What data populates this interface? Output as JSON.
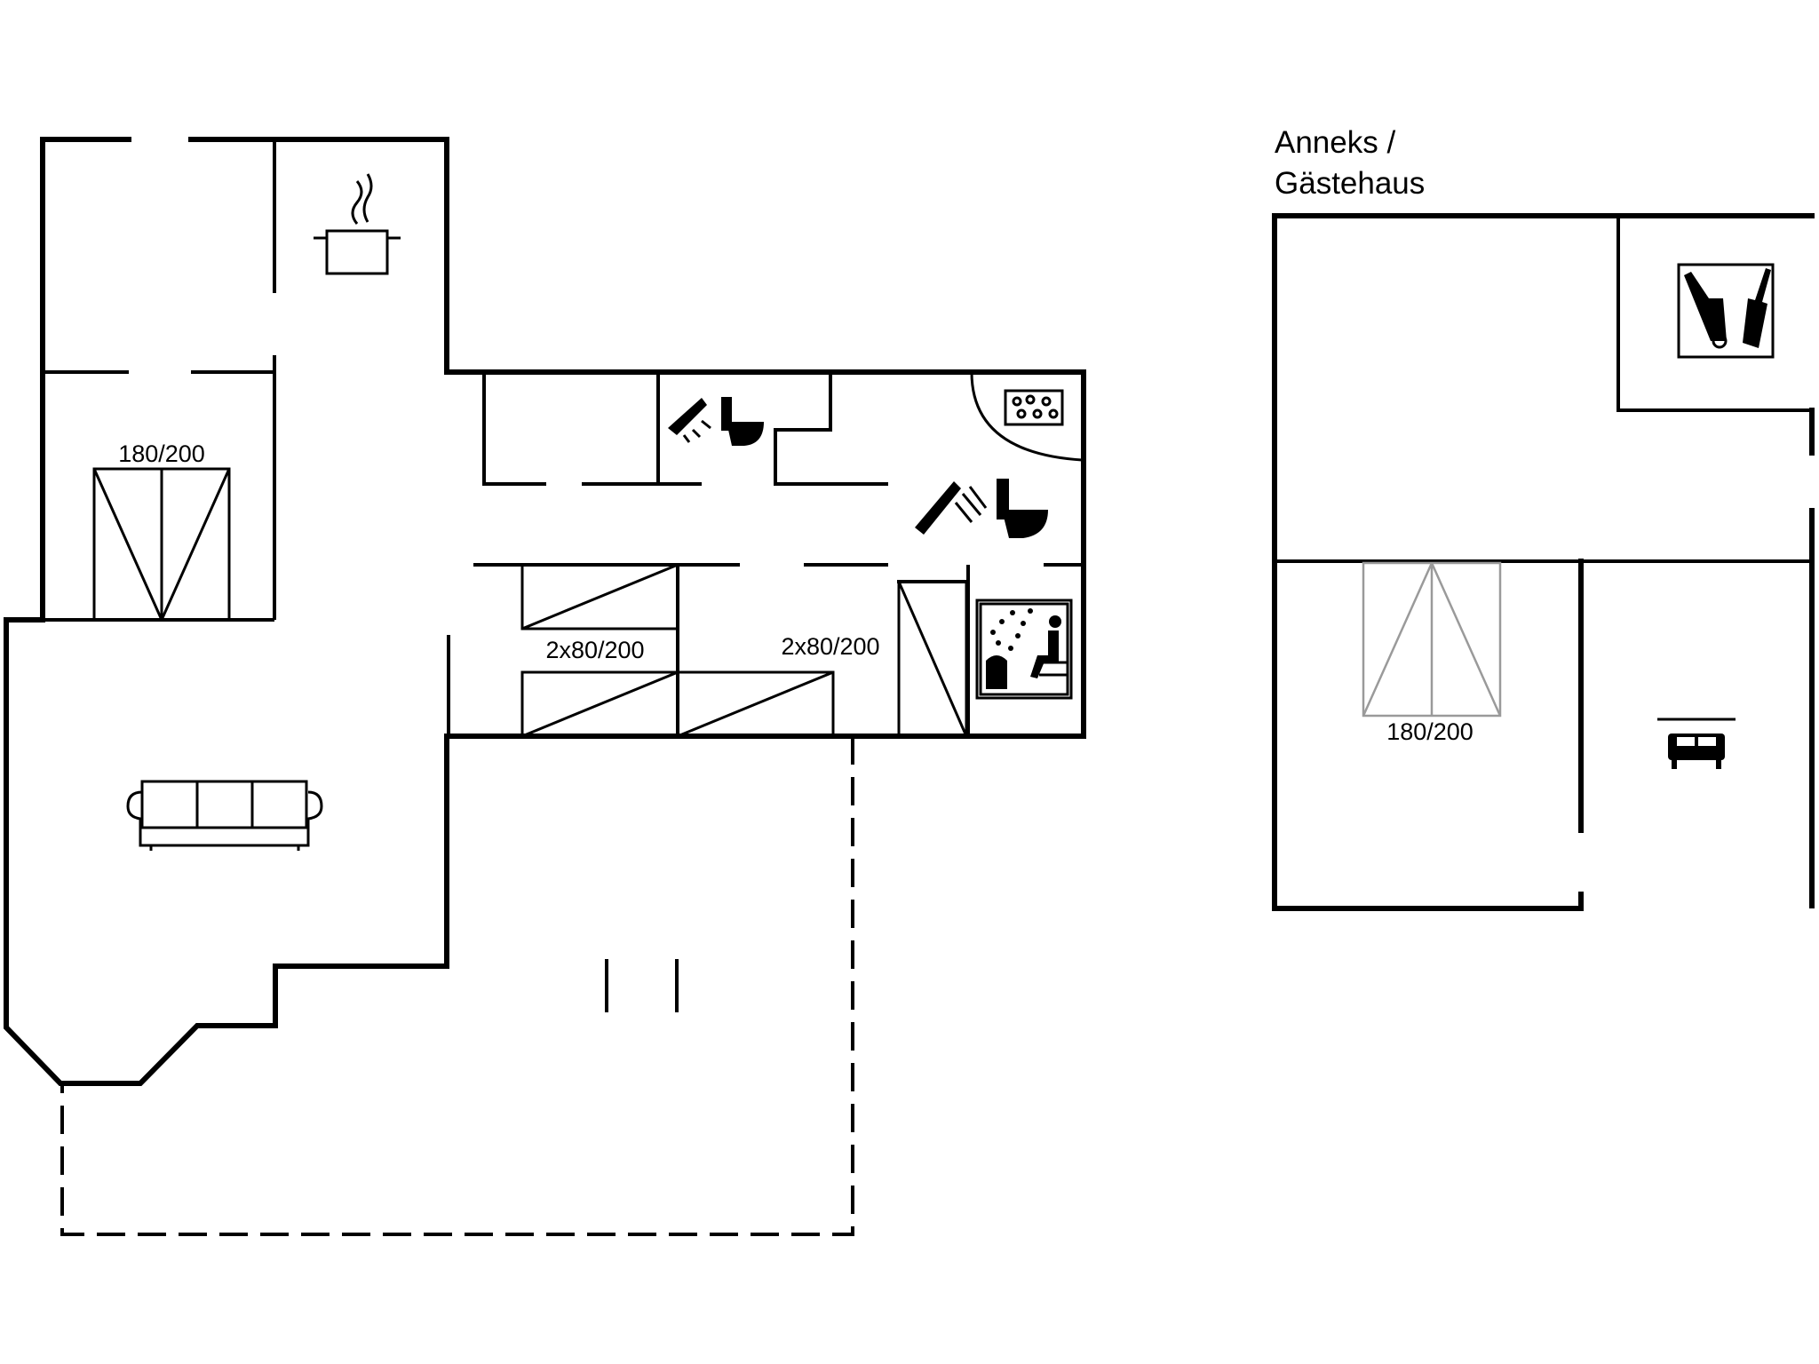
{
  "annex": {
    "line1": "Anneks /",
    "line2": "Gästehaus"
  },
  "labels": {
    "bed_main_bedroom": "180/200",
    "bunk_left": "2x80/200",
    "bunk_right": "2x80/200",
    "bed_annex": "180/200"
  },
  "icons": [
    "cooking-pot-icon",
    "shower-icon",
    "toilet-icon",
    "whirlpool-icon",
    "sauna-icon",
    "sofa-icon",
    "cleaning-tools-icon",
    "bed-icon"
  ]
}
